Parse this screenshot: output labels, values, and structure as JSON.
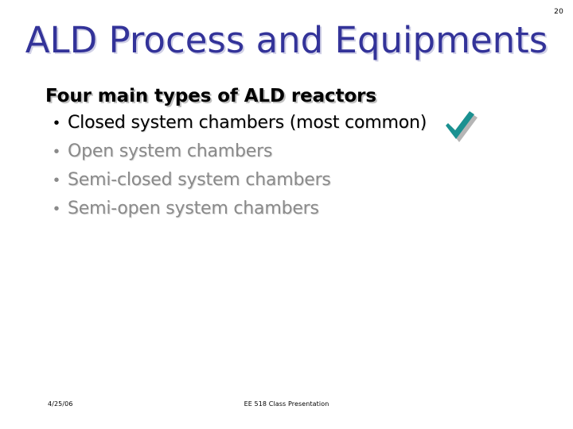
{
  "slide": {
    "page_number": "20",
    "background_color": "#ffffff",
    "title": {
      "text": "ALD Process and Equipments",
      "color": "#333399"
    },
    "subheading": {
      "text": "Four main types of ALD reactors",
      "color": "#000000"
    },
    "bullets": [
      {
        "marker": "•",
        "text": "Closed system chambers (most common)",
        "state": "active",
        "color": "#000000",
        "has_checkmark": true
      },
      {
        "marker": "•",
        "text": "Open system chambers",
        "state": "dimmed",
        "color": "#8a8a8a",
        "has_checkmark": false
      },
      {
        "marker": "•",
        "text": "Semi-closed system chambers",
        "state": "dimmed",
        "color": "#8a8a8a",
        "has_checkmark": false
      },
      {
        "marker": "•",
        "text": "Semi-open system chambers",
        "state": "dimmed",
        "color": "#8a8a8a",
        "has_checkmark": false
      }
    ],
    "checkmark": {
      "icon": "check-icon",
      "color": "#1a9191",
      "shadow_color": "#b0b0b0"
    },
    "footer": {
      "date": "4/25/06",
      "center_text": "EE 518 Class Presentation"
    }
  }
}
